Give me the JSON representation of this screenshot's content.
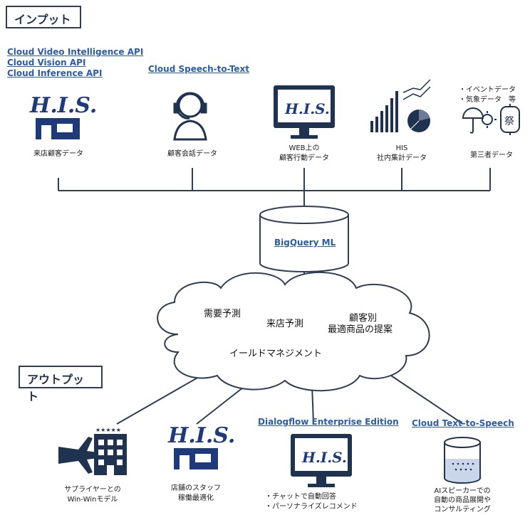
{
  "input_label": "インプット",
  "output_label": "アウトプット",
  "apis": {
    "video": "Cloud Video Intelligence API",
    "vision": "Cloud Vision API",
    "inference": "Cloud Inference API",
    "speech_to_text": "Cloud Speech-to-Text",
    "dialogflow": "Dialogflow Enterprise Edition",
    "text_to_speech": "Cloud Text-to-Speech"
  },
  "inputs": [
    {
      "caption": "来店顧客データ"
    },
    {
      "caption": "顧客会話データ"
    },
    {
      "caption_line1": "WEB上の",
      "caption_line2": "顧客行動データ"
    },
    {
      "caption_line1": "HIS",
      "caption_line2": "社内集計データ"
    },
    {
      "caption": "第三者データ"
    }
  ],
  "third_party_note": {
    "line1": "・イベントデータ",
    "line2": "・気象データ　等"
  },
  "database_label": "BigQuery ML",
  "cloud": {
    "demand": "需要予測",
    "visit": "来店予測",
    "per_customer_line1": "顧客別",
    "per_customer_line2": "最適商品の提案",
    "yield": "イールドマネジメント"
  },
  "outputs": [
    {
      "caption_line1": "サプライヤーとの",
      "caption_line2": "Win-Winモデル"
    },
    {
      "caption_line1": "店舗のスタッフ",
      "caption_line2": "稼働最適化"
    },
    {
      "caption_line1": "・チャットで自動回答",
      "caption_line2": "・パーソナライズレコメンド"
    },
    {
      "caption_line1": "AIスピーカーでの",
      "caption_line2": "自動の商品展開や",
      "caption_line3": "コンサルティング"
    }
  ],
  "logo_text": "HIS",
  "festival_glyph": "祭",
  "colors": {
    "navy": "#1f3350",
    "blue": "#2a5caa",
    "line": "#2d3e55"
  }
}
